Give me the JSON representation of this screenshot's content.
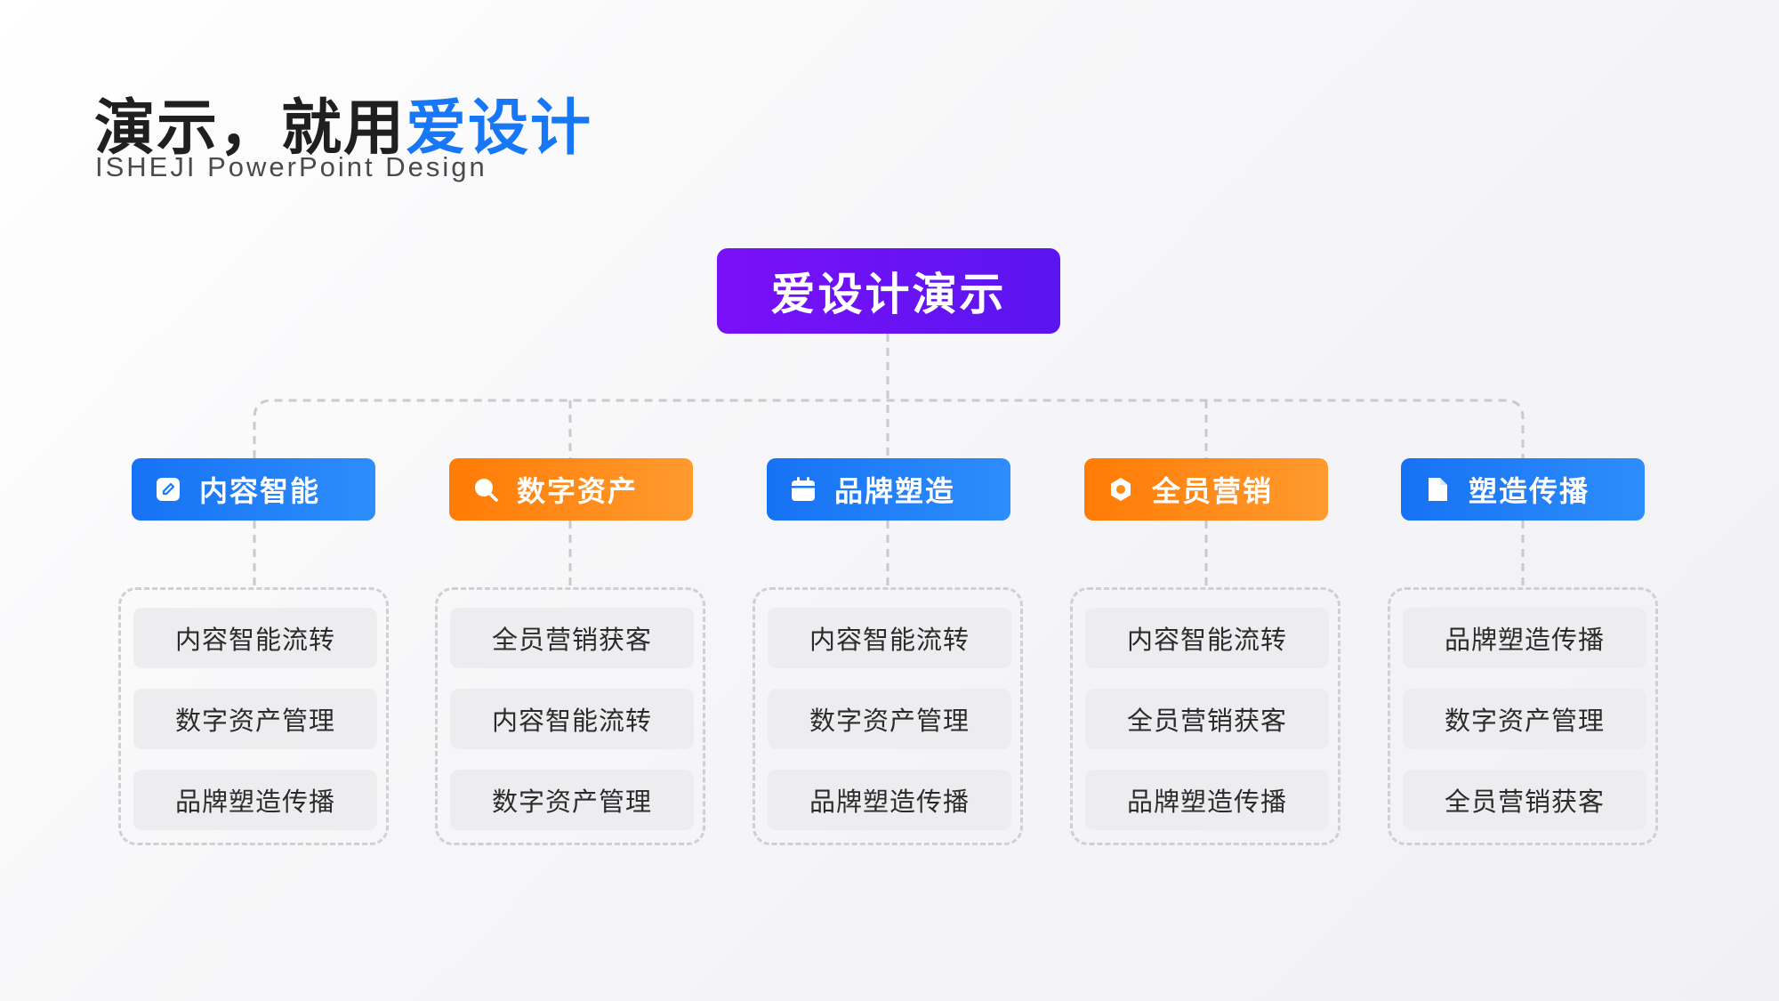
{
  "header": {
    "title_part1": "演示，就用",
    "title_part2": "爱设计",
    "subtitle": "ISHEJI  PowerPoint  Design"
  },
  "colors": {
    "root": "#6a12f5",
    "blue": "#1a7af8",
    "orange": "#ff8a16",
    "title_accent": "#1677f7"
  },
  "root": {
    "label": "爱设计演示"
  },
  "branches": [
    {
      "label": "内容智能",
      "color": "blue",
      "icon": "edit-icon",
      "items": [
        "内容智能流转",
        "数字资产管理",
        "品牌塑造传播"
      ]
    },
    {
      "label": "数字资产",
      "color": "orange",
      "icon": "search-icon",
      "items": [
        "全员营销获客",
        "内容智能流转",
        "数字资产管理"
      ]
    },
    {
      "label": "品牌塑造",
      "color": "blue",
      "icon": "calendar-icon",
      "items": [
        "内容智能流转",
        "数字资产管理",
        "品牌塑造传播"
      ]
    },
    {
      "label": "全员营销",
      "color": "orange",
      "icon": "gear-icon",
      "items": [
        "内容智能流转",
        "全员营销获客",
        "品牌塑造传播"
      ]
    },
    {
      "label": "塑造传播",
      "color": "blue",
      "icon": "document-icon",
      "items": [
        "品牌塑造传播",
        "数字资产管理",
        "全员营销获客"
      ]
    }
  ]
}
